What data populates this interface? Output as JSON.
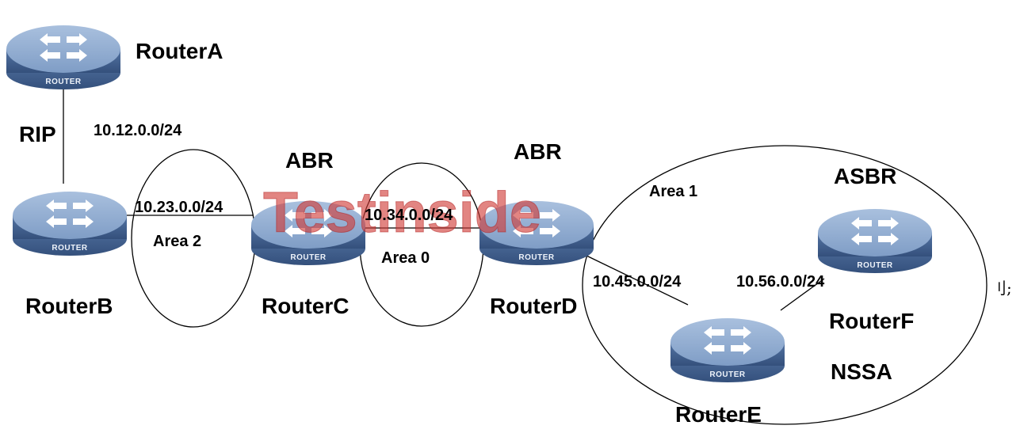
{
  "routers": {
    "a": {
      "name": "RouterA",
      "badge": "ROUTER"
    },
    "b": {
      "name": "RouterB",
      "badge": "ROUTER"
    },
    "c": {
      "name": "RouterC",
      "badge": "ROUTER",
      "role": "ABR"
    },
    "d": {
      "name": "RouterD",
      "badge": "ROUTER",
      "role": "ABR"
    },
    "e": {
      "name": "RouterE",
      "badge": "ROUTER"
    },
    "f": {
      "name": "RouterF",
      "badge": "ROUTER",
      "role": "ASBR"
    }
  },
  "protocol_label": "RIP",
  "subnets": {
    "ab": "10.12.0.0/24",
    "bc": "10.23.0.0/24",
    "cd": "10.34.0.0/24",
    "de": "10.45.0.0/24",
    "ef": "10.56.0.0/24"
  },
  "areas": {
    "area2": "Area 2",
    "area0": "Area 0",
    "area1": "Area 1",
    "nssa": "NSSA"
  },
  "watermark": "Testinside",
  "trailing_text": "刂;",
  "colors": {
    "router_top": "#8aa6cc",
    "router_side": "#3f5f8f",
    "watermark": "#d03a35"
  }
}
